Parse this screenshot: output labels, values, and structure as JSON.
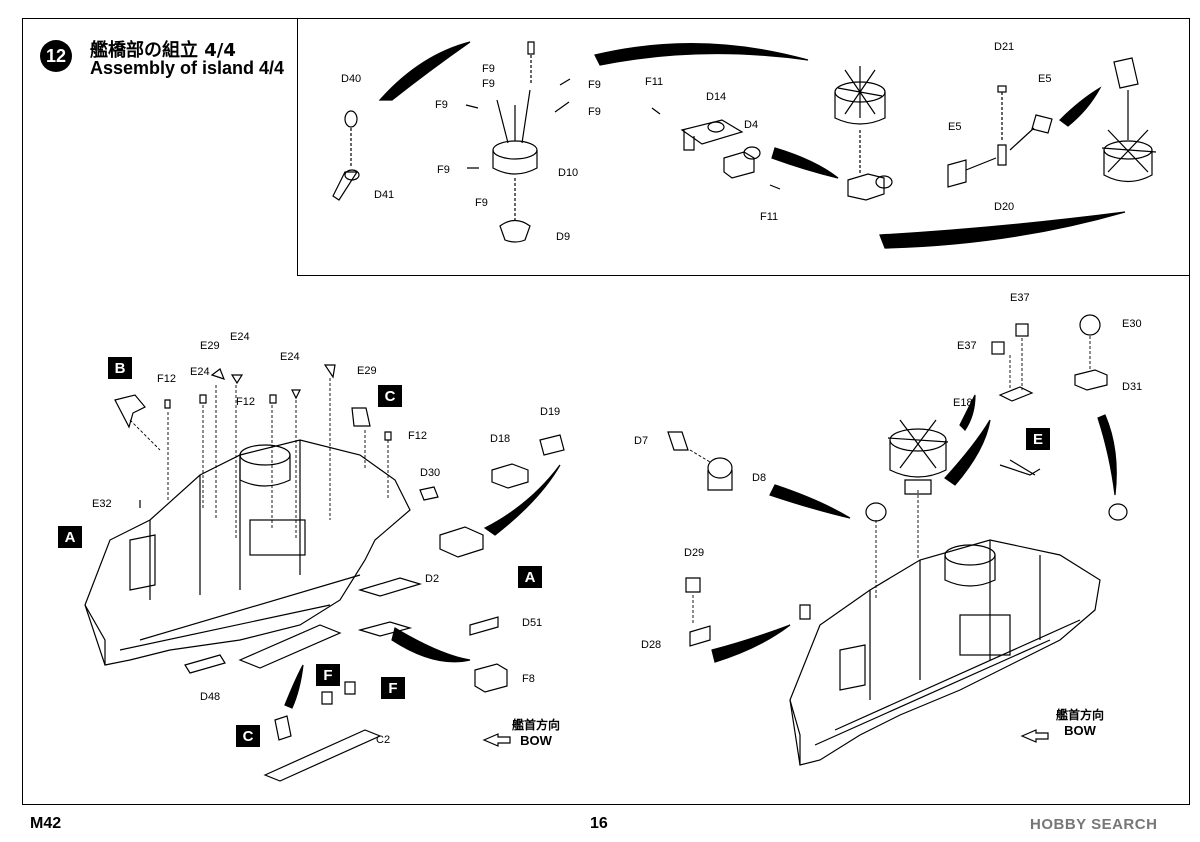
{
  "step": {
    "number": "12",
    "title_jp": "艦橋部の組立 4/4",
    "title_en": "Assembly of island 4/4"
  },
  "inset_labels": {
    "d40": "D40",
    "d41": "D41",
    "f9_a": "F9",
    "f9_b": "F9",
    "f9_c": "F9",
    "f9_d": "F9",
    "f9_e": "F9",
    "f9_f": "F9",
    "f9_g": "F9",
    "d10": "D10",
    "d9": "D9",
    "f11_a": "F11",
    "f11_b": "F11",
    "d14": "D14",
    "d4": "D4",
    "d21": "D21",
    "e5_a": "E5",
    "e5_b": "E5",
    "d20": "D20"
  },
  "left_labels": {
    "e29_a": "E29",
    "e24_a": "E24",
    "f12_a": "F12",
    "e24_b": "E24",
    "f12_b": "F12",
    "e24_c": "E24",
    "e29_b": "E29",
    "f12_c": "F12",
    "e32": "E32",
    "d18": "D18",
    "d19": "D19",
    "d30": "D30",
    "d2": "D2",
    "d51": "D51",
    "f8": "F8",
    "d48": "D48",
    "c2": "C2"
  },
  "right_labels": {
    "e37_a": "E37",
    "e37_b": "E37",
    "e30": "E30",
    "d31": "D31",
    "e18": "E18",
    "d7": "D7",
    "d8": "D8",
    "d29": "D29",
    "d28": "D28"
  },
  "tags": {
    "b": "B",
    "c_top": "C",
    "a_left": "A",
    "a_mid": "A",
    "f_a": "F",
    "f_b": "F",
    "c_low": "C",
    "e": "E"
  },
  "bow_left": {
    "jp": "艦首方向",
    "en": "BOW"
  },
  "bow_right": {
    "jp": "艦首方向",
    "en": "BOW"
  },
  "footer": {
    "code": "M42",
    "page": "16",
    "watermark": "HOBBY SEARCH"
  }
}
